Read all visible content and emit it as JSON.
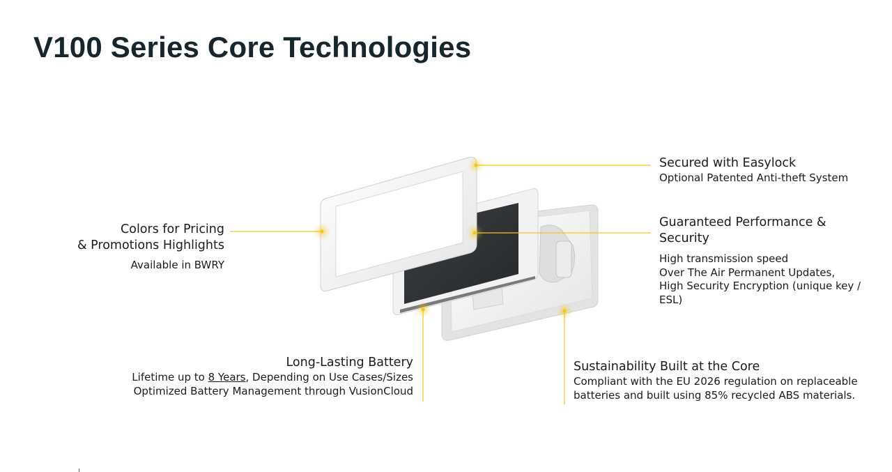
{
  "title": "V100 Series Core Technologies",
  "colors": {
    "accent": "#f5c518",
    "title": "#17262c",
    "screen": "#2e3335",
    "frame": "#f4f4f4"
  },
  "callouts": {
    "easylock": {
      "heading": "Secured with Easylock",
      "lines": [
        "Optional Patented Anti-theft System"
      ]
    },
    "colors": {
      "heading_lines": [
        "Colors for Pricing",
        "& Promotions Highlights"
      ],
      "lines": [
        "Available in BWRY"
      ]
    },
    "performance": {
      "heading_lines": [
        "Guaranteed Performance &",
        "Security"
      ],
      "lines": [
        "High transmission speed",
        "Over The Air Permanent Updates,",
        "High Security Encryption (unique key /",
        "ESL)"
      ]
    },
    "battery": {
      "heading": "Long-Lasting Battery",
      "line1_pre": "Lifetime up to ",
      "line1_link": "8 Years",
      "line1_post": ", Depending on Use Cases/Sizes",
      "line2": "Optimized Battery Management through VusionCloud"
    },
    "sustainability": {
      "heading": "Sustainability Built at the Core",
      "lines": [
        "Compliant with the EU 2026 regulation on replaceable",
        "batteries and built using 85% recycled ABS materials."
      ]
    }
  }
}
